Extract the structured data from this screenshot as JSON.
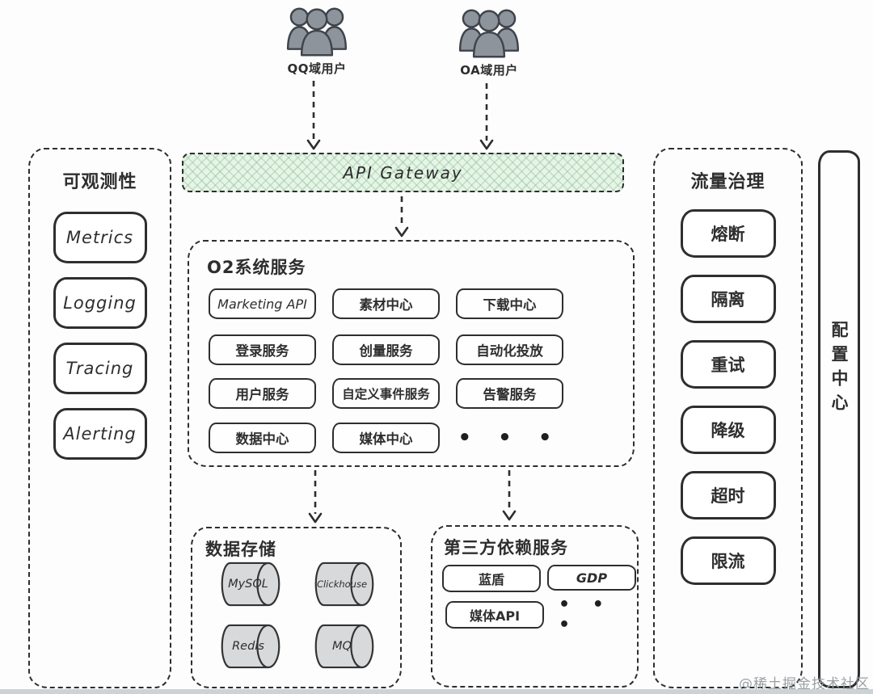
{
  "users": [
    {
      "label": "QQ域用户"
    },
    {
      "label": "OA域用户"
    }
  ],
  "gateway": {
    "label": "API Gateway"
  },
  "observability": {
    "title": "可观测性",
    "items": [
      "Metrics",
      "Logging",
      "Tracing",
      "Alerting"
    ]
  },
  "o2_services": {
    "title": "O2系统服务",
    "items": [
      "Marketing API",
      "素材中心",
      "下载中心",
      "登录服务",
      "创量服务",
      "自动化投放",
      "用户服务",
      "自定义事件服务",
      "告警服务",
      "数据中心",
      "媒体中心"
    ],
    "ellipsis": "• • •"
  },
  "data_storage": {
    "title": "数据存储",
    "items": [
      "MySQL",
      "Clickhouse",
      "Redis",
      "MQ"
    ]
  },
  "third_party": {
    "title": "第三方依赖服务",
    "items": [
      "蓝盾",
      "GDP",
      "媒体API"
    ],
    "ellipsis": "• • •"
  },
  "traffic_governance": {
    "title": "流量治理",
    "items": [
      "熔断",
      "隔离",
      "重试",
      "降级",
      "超时",
      "限流"
    ]
  },
  "config_center": {
    "title": "配置中心"
  },
  "watermark": "@稀土掘金技术社区",
  "colors": {
    "line": "#2e2e2e",
    "accent_green": "#e7f4e7",
    "hatch_green": "#7ebf8b",
    "cylinder_fill": "#d7d9da",
    "user_icon_fill": "#8e949c",
    "watermark": "#9aa0a3"
  }
}
